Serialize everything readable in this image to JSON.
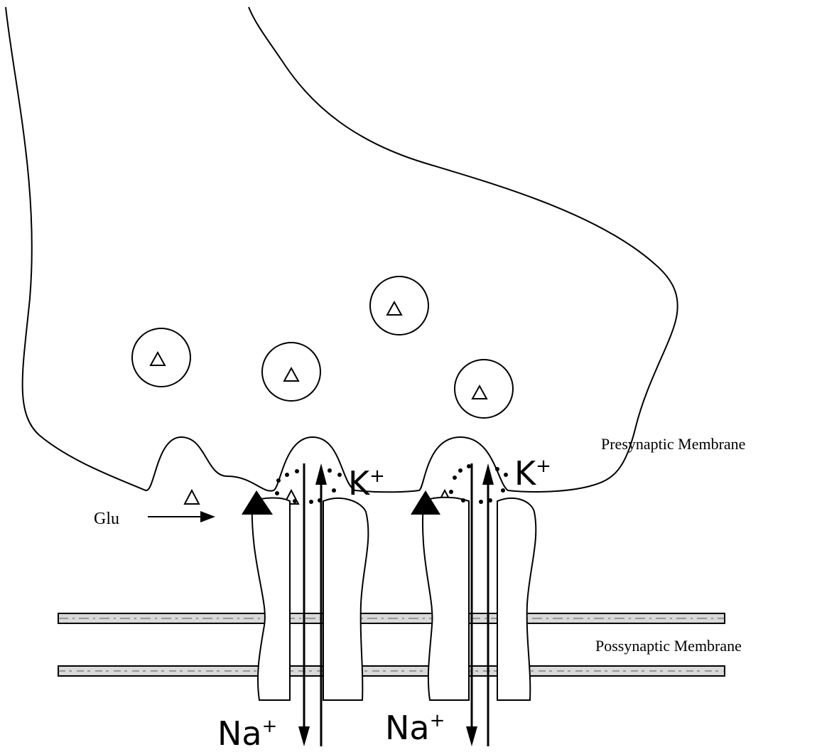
{
  "labels": {
    "presynaptic": "Presynaptic Membrane",
    "postsynaptic": "Possynaptic Membrane",
    "glu": "Glu",
    "ion_k": "K",
    "ion_na": "Na",
    "ion_charge": "+"
  },
  "colors": {
    "stroke": "#000000",
    "background": "#ffffff",
    "membrane_fill": "#d9d9d9"
  }
}
